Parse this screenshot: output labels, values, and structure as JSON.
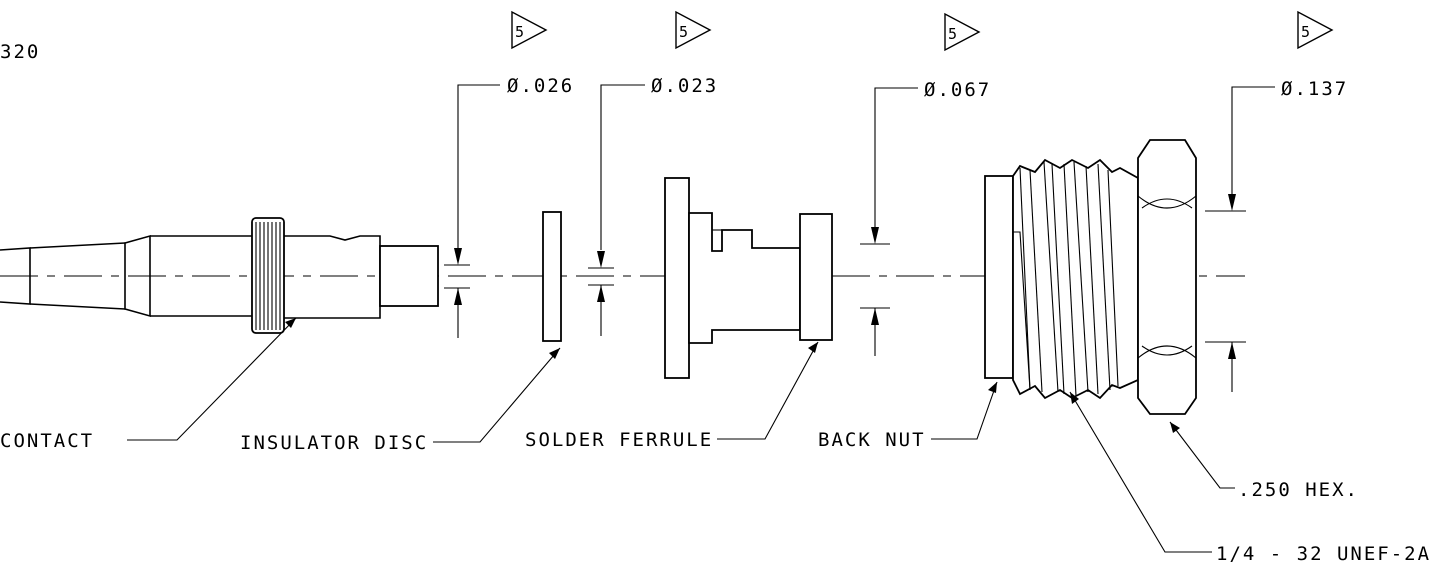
{
  "drawing": {
    "partial_number": "320",
    "flag_number": "5",
    "dimensions": {
      "dia_026": "Ø.026",
      "dia_023": "Ø.023",
      "dia_067": "Ø.067",
      "dia_137": "Ø.137"
    },
    "callouts": {
      "contact": "CONTACT",
      "insulator_disc": "INSULATOR DISC",
      "solder_ferrule": "SOLDER FERRULE",
      "back_nut": "BACK NUT",
      "hex": ".250 HEX.",
      "thread": "1/4 - 32 UNEF-2A"
    }
  }
}
